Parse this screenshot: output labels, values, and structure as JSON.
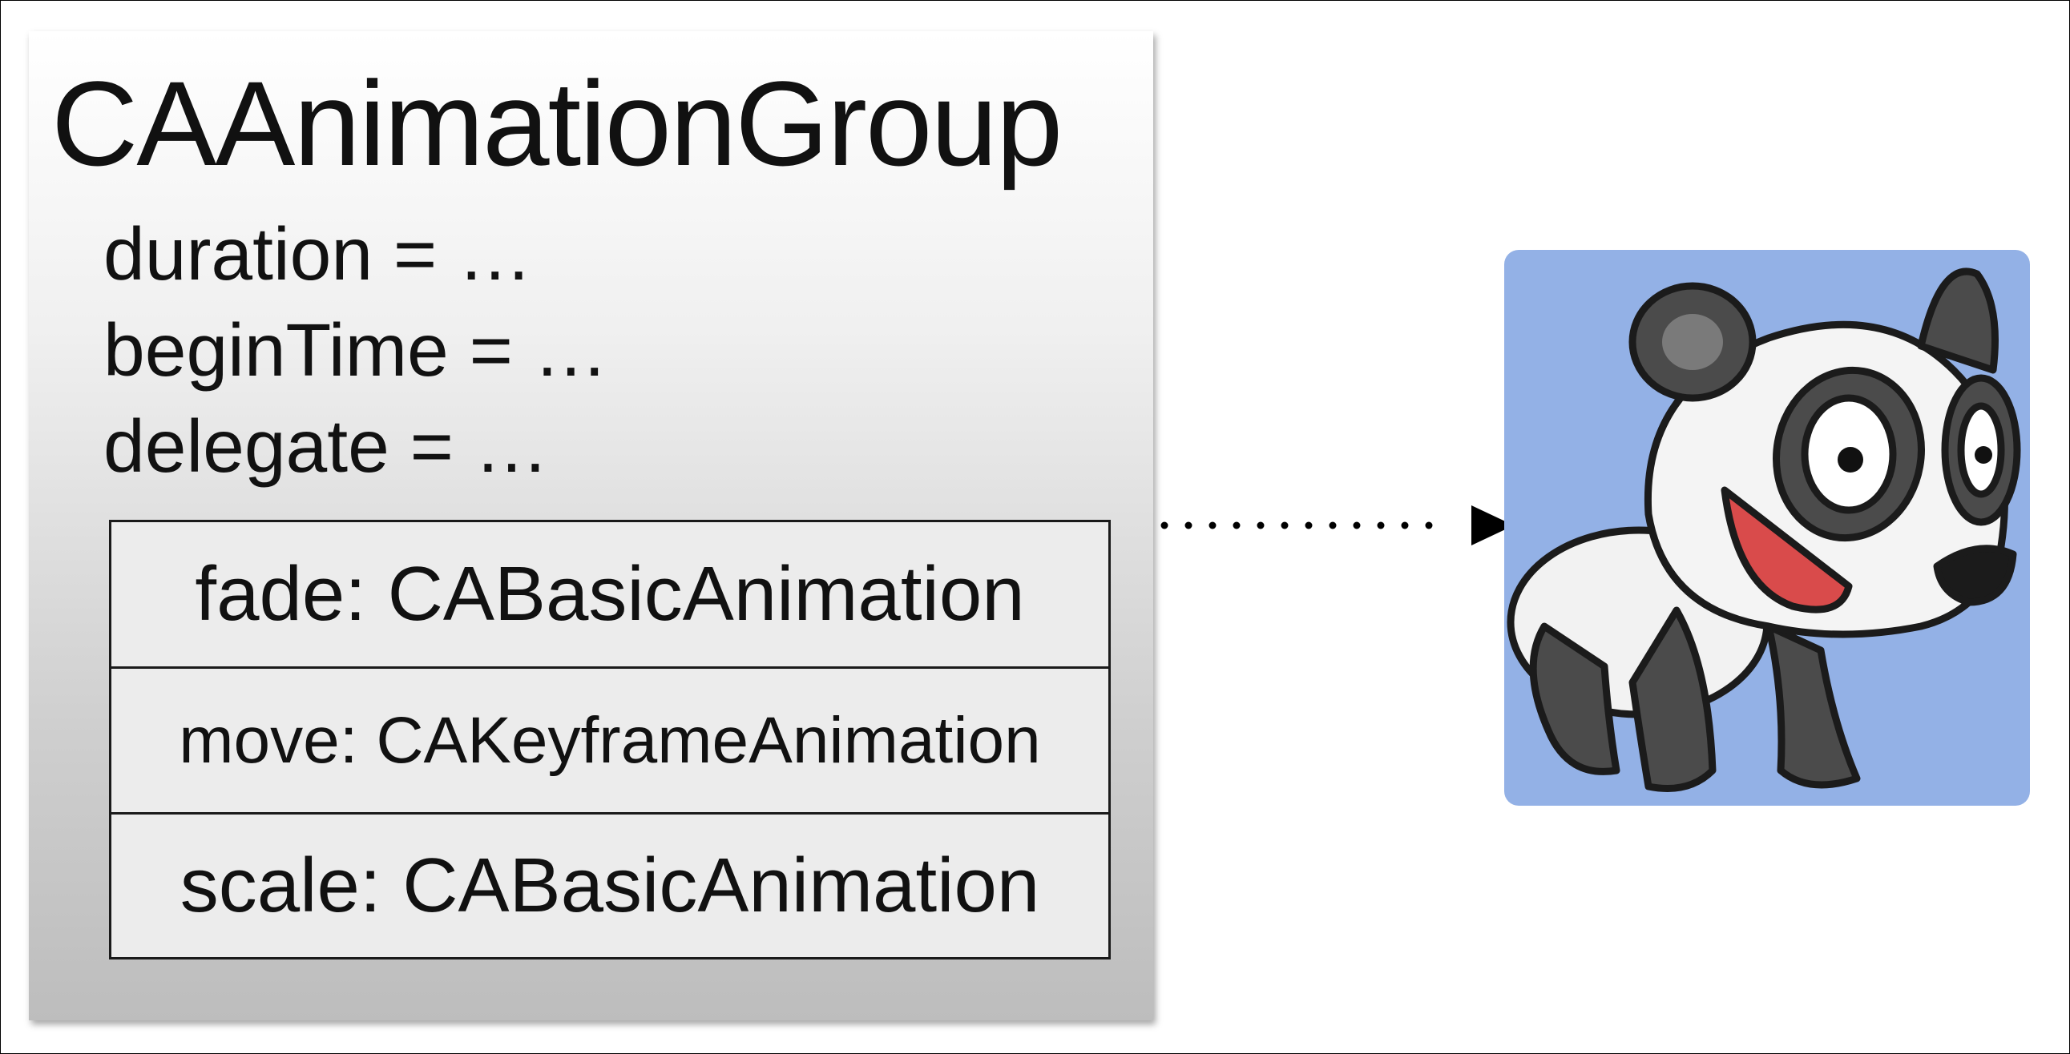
{
  "group": {
    "title": "CAAnimationGroup",
    "properties": [
      "duration = …",
      "beginTime = …",
      "delegate = …"
    ],
    "animations": [
      "fade: CABasicAnimation",
      "move: CAKeyframeAnimation",
      "scale: CABasicAnimation"
    ]
  },
  "target": {
    "icon": "panda-icon",
    "background_color": "#93b1e6"
  },
  "colors": {
    "card_top": "#ffffff",
    "card_bottom": "#bdbdbd",
    "table_fill": "#ececec",
    "ink": "#111111"
  }
}
